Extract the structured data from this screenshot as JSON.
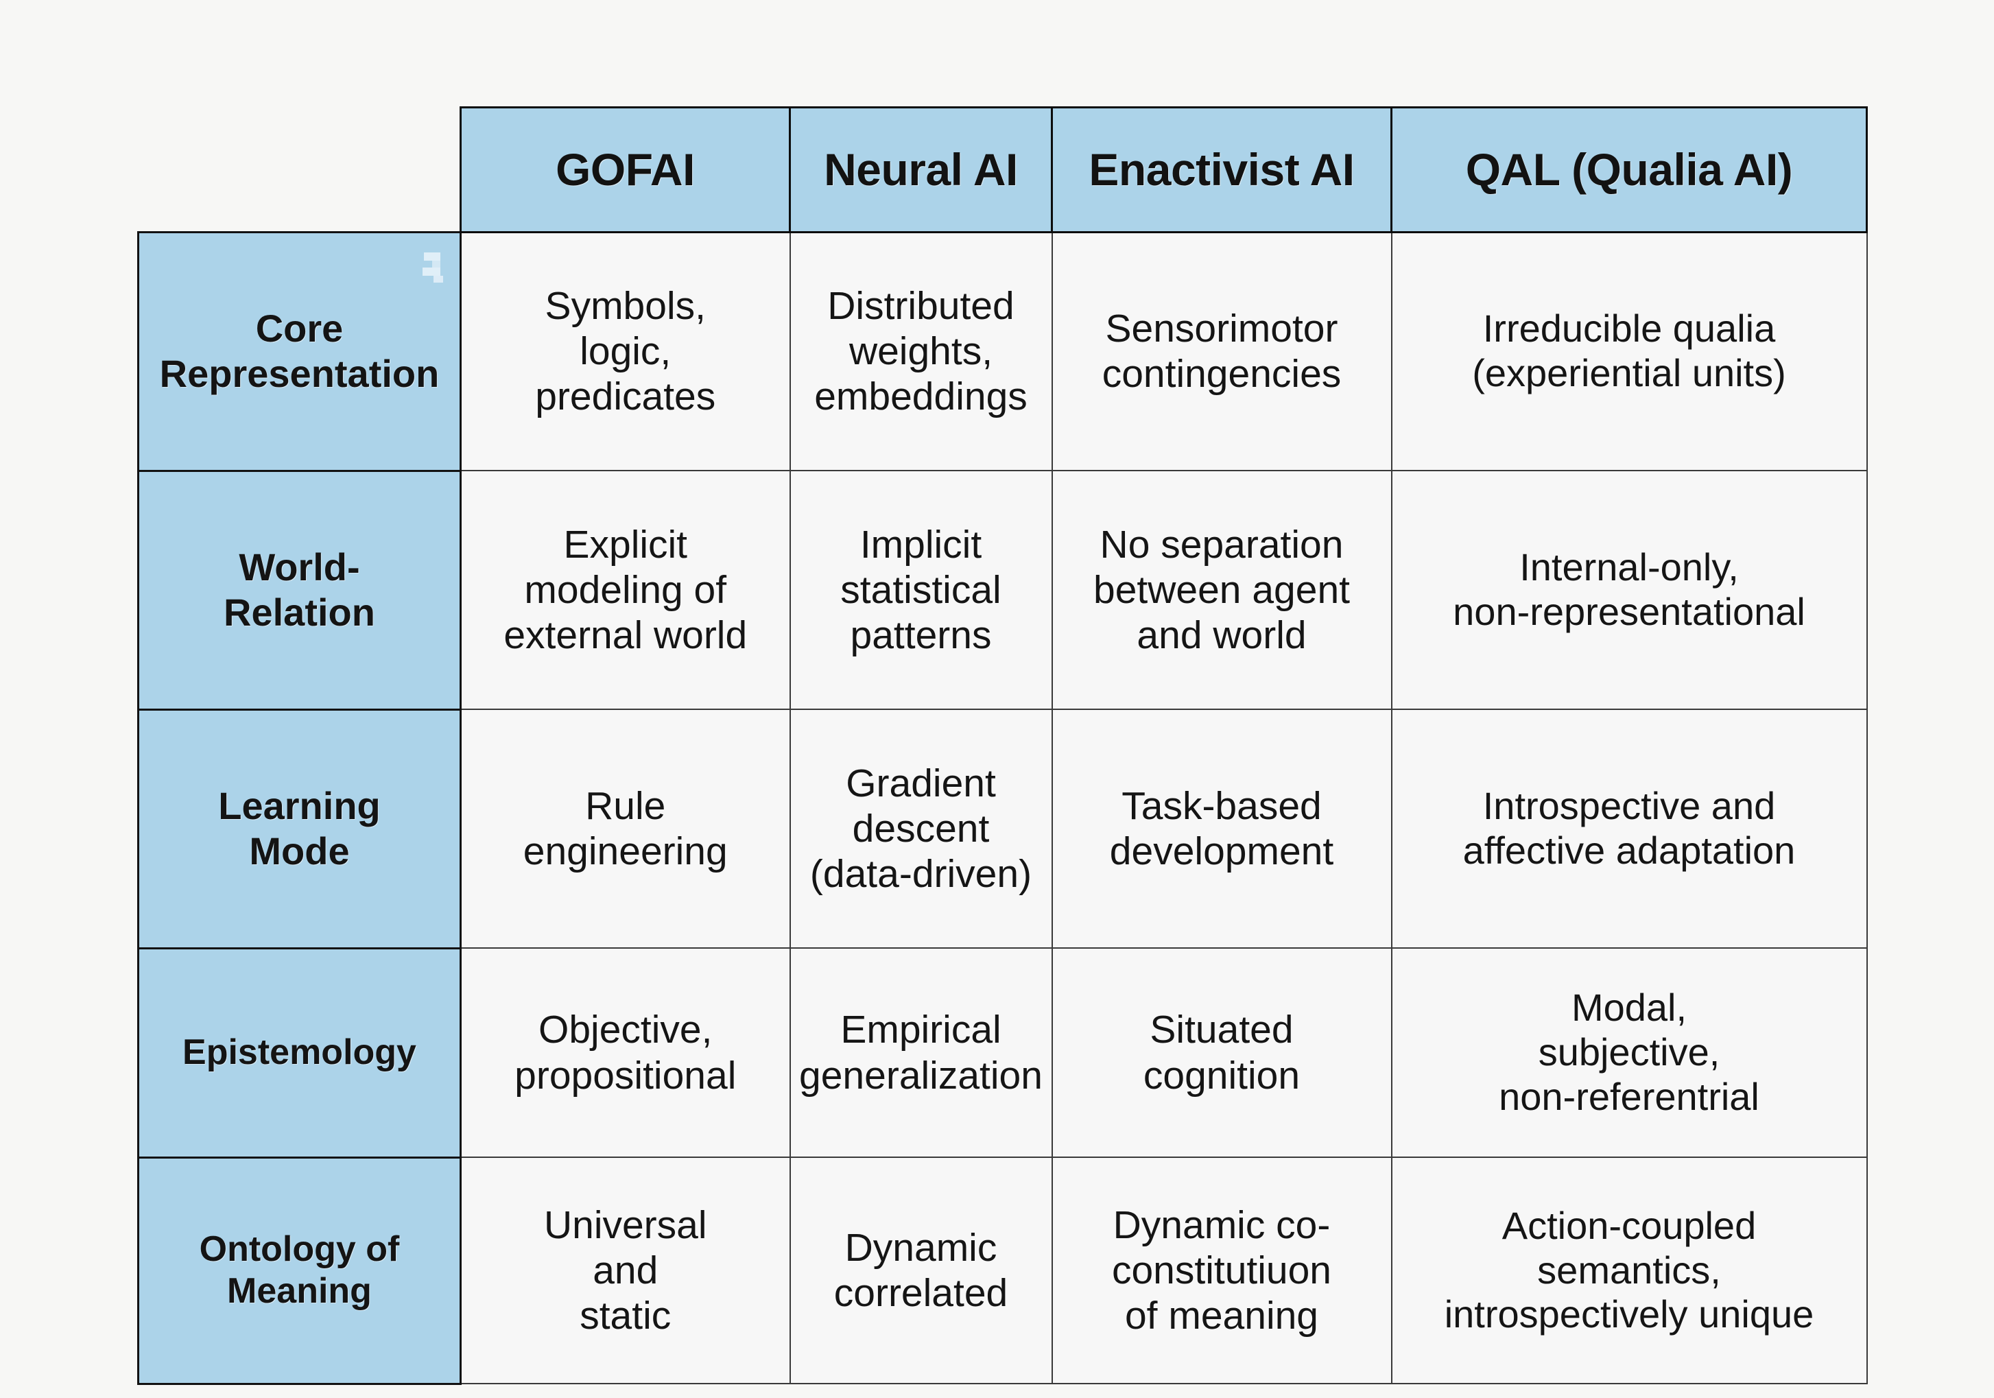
{
  "table": {
    "corner_label": "",
    "columns": [
      {
        "key": "gofai",
        "label": "GOFAI"
      },
      {
        "key": "neural",
        "label": "Neural AI"
      },
      {
        "key": "enact",
        "label": "Enactivist AI"
      },
      {
        "key": "qal",
        "label": "QAL (Qualia AI)"
      }
    ],
    "rows": [
      {
        "label": "Core\nRepresentation",
        "cells": [
          "Symbols,\nlogic,\npredicates",
          "Distributed\nweights,\nembeddings",
          "Sensorimotor\ncontingencies",
          "Irreducible qualia\n(experiential units)"
        ]
      },
      {
        "label": "World-\nRelation",
        "cells": [
          "Explicit\nmodeling of\nexternal world",
          "Implicit\nstatistical\npatterns",
          "No separation\nbetween agent\nand world",
          "Internal-only,\nnon-representational"
        ]
      },
      {
        "label": "Learning\nMode",
        "cells": [
          "Rule\nengineering",
          "Gradient\ndescent\n(data-driven)",
          "Task-based\ndevelopment",
          "Introspective and\naffective adaptation"
        ]
      },
      {
        "label": "Epistemology",
        "cells": [
          "Objective,\npropositional",
          "Empirical\ngeneralization",
          "Situated\ncognition",
          "Modal,\nsubjective,\nnon-referentrial"
        ]
      },
      {
        "label": "Ontology of\nMeaning",
        "cells": [
          "Universal\nand\nstatic",
          "Dynamic\ncorrelated",
          "Dynamic co-\nconstitutiuon\nof meaning",
          "Action-coupled\nsemantics,\nintrospectively  unique"
        ]
      }
    ]
  },
  "colors": {
    "header_fill": "#ACD3E9",
    "row_label_fill": "#ACD3E9",
    "cell_fill": "#F7F7F7",
    "border": "#121212",
    "inner_border": "#3A3A3A",
    "page_background": "#F7F7F5",
    "text": "#141414"
  }
}
